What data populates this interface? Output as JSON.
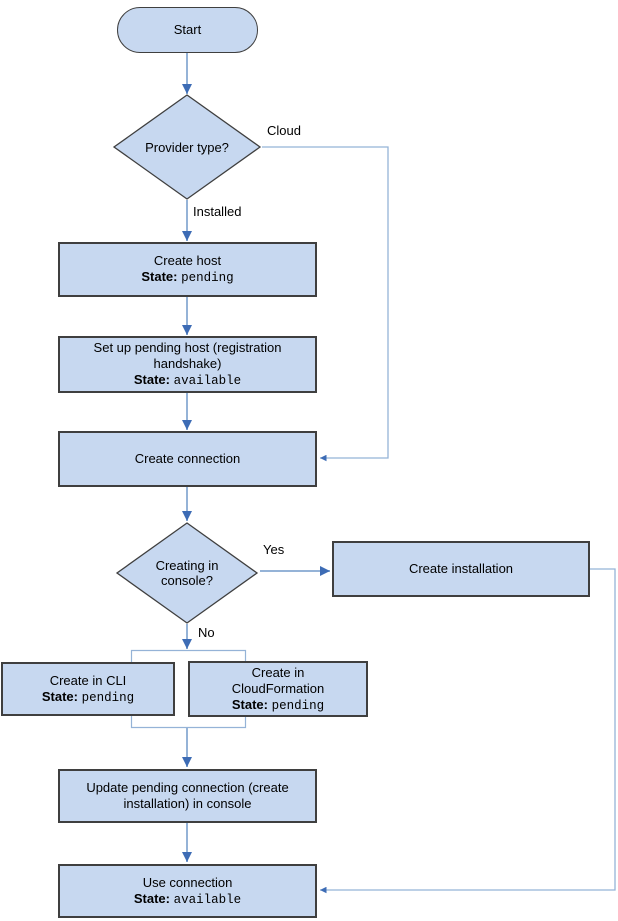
{
  "nodes": {
    "start": {
      "label": "Start"
    },
    "provider_type_decision": {
      "label": "Provider type?"
    },
    "create_host": {
      "title": "Create host",
      "state_label": "State:",
      "state_value": "pending"
    },
    "setup_pending_host": {
      "title": "Set up pending host (registration handshake)",
      "state_label": "State:",
      "state_value": "available"
    },
    "create_connection": {
      "label": "Create connection"
    },
    "creating_in_console_decision": {
      "label": "Creating in console?"
    },
    "create_installation": {
      "label": "Create installation"
    },
    "create_in_cli": {
      "title": "Create in CLI",
      "state_label": "State:",
      "state_value": "pending"
    },
    "create_in_cloudformation": {
      "title": "Create in CloudFormation",
      "state_label": "State:",
      "state_value": "pending"
    },
    "update_pending_connection": {
      "label": "Update pending connection (create installation) in console"
    },
    "use_connection": {
      "title": "Use connection",
      "state_label": "State:",
      "state_value": "available"
    }
  },
  "edge_labels": {
    "cloud": "Cloud",
    "installed": "Installed",
    "yes": "Yes",
    "no": "No"
  },
  "colors": {
    "node_fill": "#c7d8f0",
    "node_border": "#3f3f3f",
    "connector": "#95b3d7",
    "arrowhead": "#3d6cb5",
    "text": "#000000"
  }
}
